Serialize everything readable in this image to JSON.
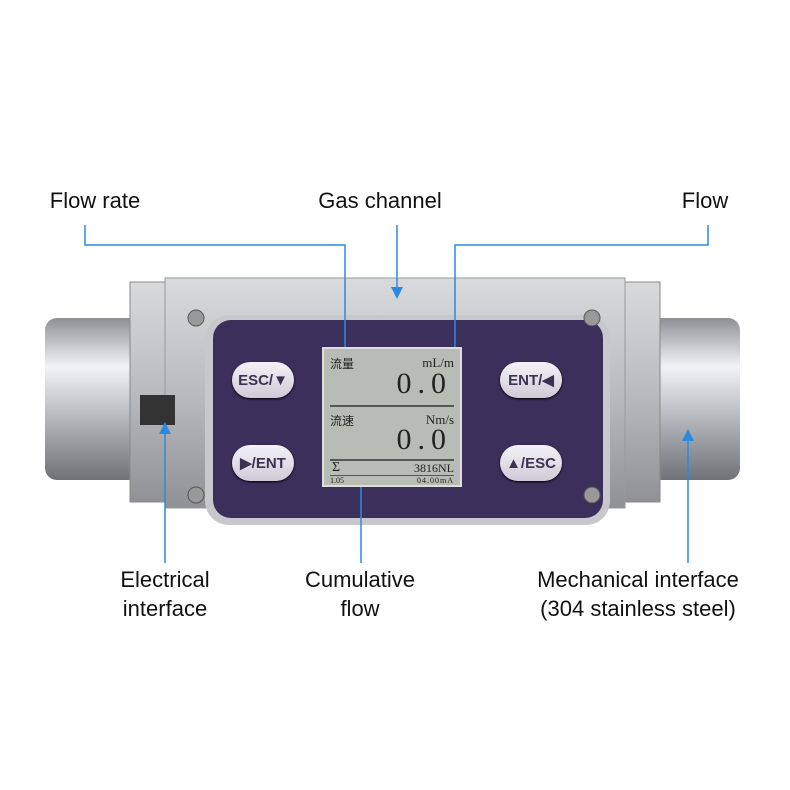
{
  "labels": {
    "flow_rate": "Flow rate",
    "gas_channel": "Gas channel",
    "flow": "Flow",
    "electrical_1": "Electrical",
    "electrical_2": "interface",
    "cumulative_1": "Cumulative",
    "cumulative_2": "flow",
    "mechanical_1": "Mechanical interface",
    "mechanical_2": "(304 stainless steel)"
  },
  "buttons": {
    "esc_down": "ESC/▼",
    "right_ent": "▶/ENT",
    "ent_left": "ENT/◀",
    "up_esc": "▲/ESC"
  },
  "lcd": {
    "row1_label": "流量",
    "row1_unit": "mL/m",
    "row1_value": "0.0",
    "row2_label": "流速",
    "row2_unit": "Nm/s",
    "row2_value": "0.0",
    "sigma": "Σ",
    "total": "3816NL",
    "version": "1.05",
    "current": "04.00mA"
  },
  "colors": {
    "arrow": "#2a8ae0",
    "panel": "#3b2f5c"
  }
}
